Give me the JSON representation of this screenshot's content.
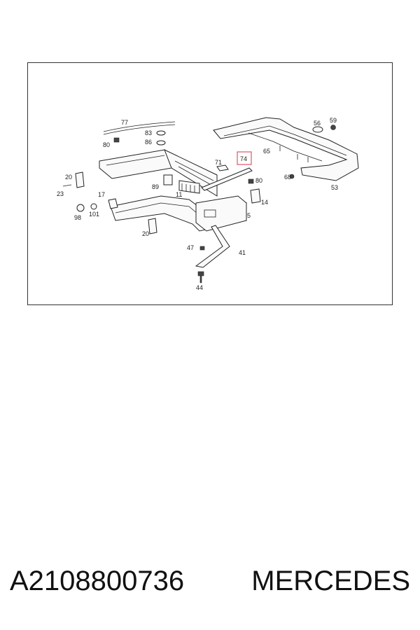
{
  "diagram": {
    "callouts": [
      {
        "id": "77",
        "text": "77"
      },
      {
        "id": "83",
        "text": "83"
      },
      {
        "id": "86",
        "text": "86"
      },
      {
        "id": "80a",
        "text": "80"
      },
      {
        "id": "56",
        "text": "56"
      },
      {
        "id": "59",
        "text": "59"
      },
      {
        "id": "65",
        "text": "65"
      },
      {
        "id": "71",
        "text": "71"
      },
      {
        "id": "74",
        "text": "74",
        "highlighted": true
      },
      {
        "id": "80b",
        "text": "80"
      },
      {
        "id": "68",
        "text": "68"
      },
      {
        "id": "53",
        "text": "53"
      },
      {
        "id": "20a",
        "text": "20"
      },
      {
        "id": "23",
        "text": "23"
      },
      {
        "id": "89",
        "text": "89"
      },
      {
        "id": "17",
        "text": "17"
      },
      {
        "id": "11",
        "text": "11"
      },
      {
        "id": "14",
        "text": "14"
      },
      {
        "id": "98",
        "text": "98"
      },
      {
        "id": "101",
        "text": "101"
      },
      {
        "id": "5",
        "text": "5"
      },
      {
        "id": "20b",
        "text": "20"
      },
      {
        "id": "47",
        "text": "47"
      },
      {
        "id": "41",
        "text": "41"
      },
      {
        "id": "44",
        "text": "44"
      }
    ],
    "highlight_color": "#e0556a"
  },
  "caption": {
    "part_number": "A2108800736",
    "brand": "MERCEDES"
  }
}
